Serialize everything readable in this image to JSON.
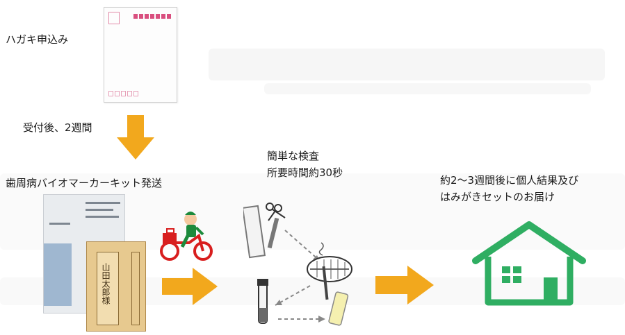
{
  "steps": {
    "apply": "ハガキ申込み",
    "after_receipt": "受付後、2週間",
    "kit_shipping": "歯周病バイオマーカーキット発送",
    "test_line1": "簡単な検査",
    "test_line2": "所要時間約30秒",
    "result_line1": "約2～3週間後に個人結果及び",
    "result_line2": "はみがきセットのお届け"
  },
  "kit_card": {
    "name_text": "山田太郎様"
  },
  "colors": {
    "arrow_orange": "#F2A81D",
    "house_green": "#2FAE62",
    "postcard_pink": "#D94F7F"
  },
  "icons": [
    "postcard-icon",
    "down-arrow-icon",
    "kit-package-icon",
    "delivery-bike-icon",
    "right-arrow-icon",
    "test-kit-icon",
    "teeth-icon",
    "house-icon"
  ]
}
